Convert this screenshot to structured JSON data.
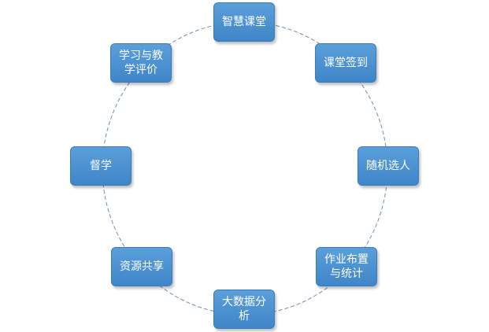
{
  "diagram": {
    "type": "cycle",
    "accent_color": "#4a90d2",
    "ring_color": "#6b8fb8",
    "nodes": [
      {
        "label": "智慧课堂"
      },
      {
        "label": "课堂签到"
      },
      {
        "label": "随机选人"
      },
      {
        "label": "作业布置与统计"
      },
      {
        "label": "大数据分析"
      },
      {
        "label": "资源共享"
      },
      {
        "label": "督学"
      },
      {
        "label": "学习与教学评价"
      }
    ]
  }
}
